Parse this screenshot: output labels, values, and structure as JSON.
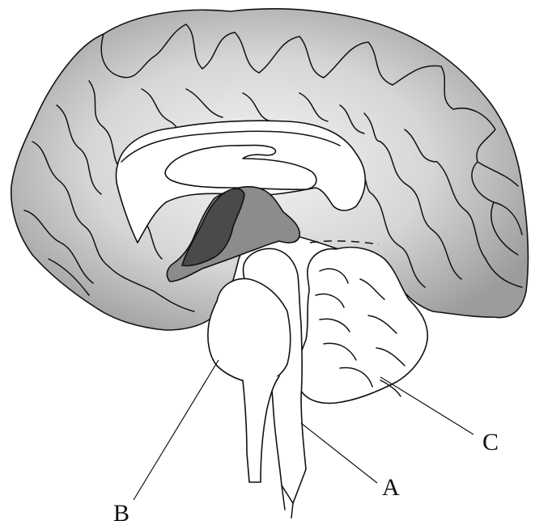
{
  "diagram": {
    "labels": {
      "a": "A",
      "b": "B",
      "c": "C"
    },
    "colors": {
      "cortex_light": "#f4f4f4",
      "cortex_dark": "#9c9c9c",
      "limbic_mid": "#8c8c8c",
      "limbic_dark": "#4a4a4a",
      "stroke": "#111111",
      "white": "#ffffff"
    }
  }
}
